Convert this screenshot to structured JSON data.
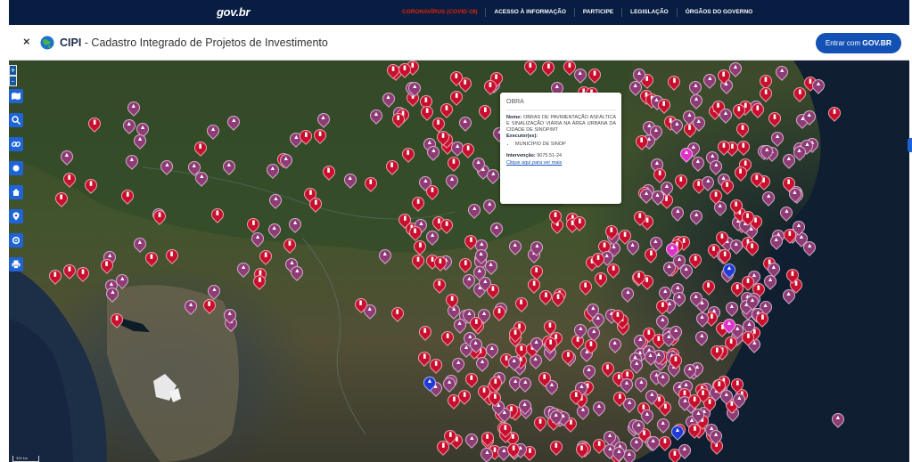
{
  "gov_bar": {
    "logo": "gov.br",
    "links": [
      {
        "label": "CORONAVÍRUS (COVID-19)",
        "highlight": true
      },
      {
        "label": "ACESSO À INFORMAÇÃO",
        "highlight": false
      },
      {
        "label": "PARTICIPE",
        "highlight": false
      },
      {
        "label": "LEGISLAÇÃO",
        "highlight": false
      },
      {
        "label": "ÓRGÃOS DO GOVERNO",
        "highlight": false
      }
    ],
    "background": "#071d41",
    "highlight_color": "#e52207"
  },
  "header": {
    "close_symbol": "×",
    "title_strong": "CIPI",
    "title_rest": " - Cadastro Integrado de Projetos de Investimento",
    "login_prefix": "Entrar com ",
    "login_brand": "GOV.BR",
    "login_color": "#1351b4"
  },
  "map": {
    "zoom_in": "+",
    "zoom_out": "-",
    "tools": [
      "map-icon",
      "search-icon",
      "link-icon",
      "layers-icon",
      "home-icon",
      "location-pin-icon",
      "settings-icon",
      "print-icon"
    ],
    "scale_label": "300 km",
    "marker_colors": {
      "obra": "#c8102e",
      "projeto": "#8e3b76",
      "estudo": "#e032c8",
      "especial": "#1f3ad6"
    }
  },
  "popup": {
    "header": "OBRA",
    "name_label": "Nome:",
    "name_value": "OBRAS DE PAVIMENTAÇÃO ASFÁLTICA E SINALIZAÇÃO VIÁRIA NA ÁREA URBANA DA CIDADE DE SINOP/MT",
    "executors_label": "Executor(es):",
    "executors": [
      "MUNICÍPIO DE SINOP"
    ],
    "intervention_label": "Intervenção:",
    "intervention_value": "9075.51-24",
    "more_link": "Clique aqui para ver mais"
  }
}
